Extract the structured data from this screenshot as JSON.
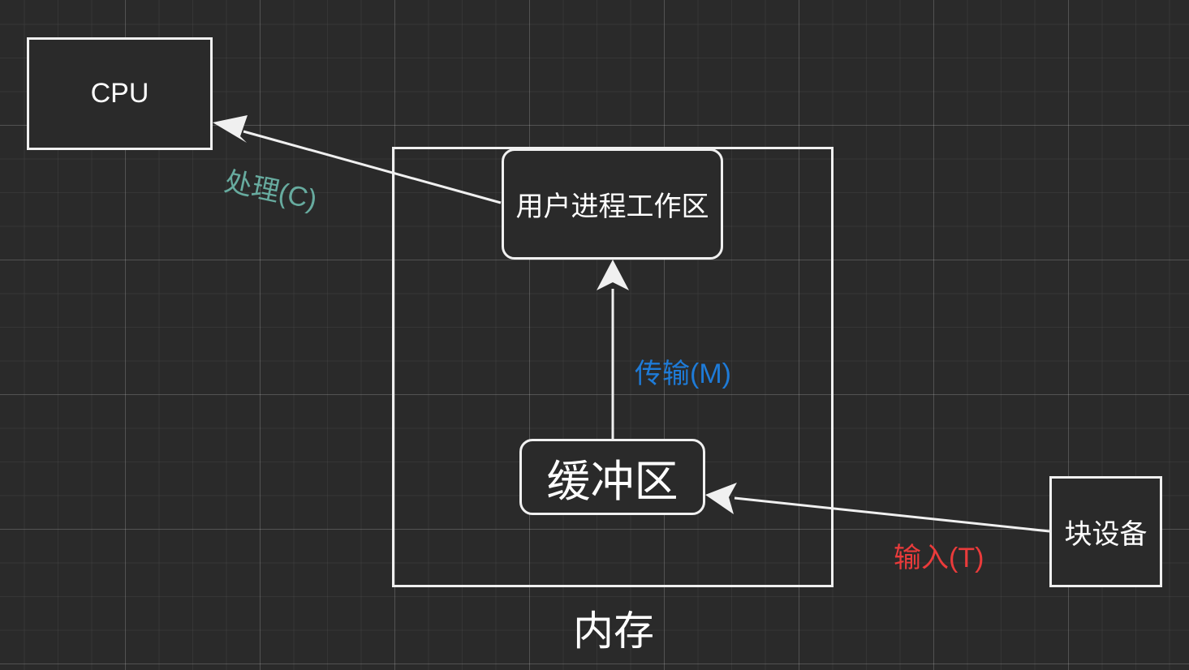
{
  "nodes": {
    "cpu": "CPU",
    "memory": "内存",
    "user_workspace": "用户进程工作区",
    "buffer": "缓冲区",
    "block_device": "块设备"
  },
  "edges": {
    "process": {
      "label": "处理(C)",
      "color": "#67ab9f"
    },
    "transfer": {
      "label": "传输(M)",
      "color": "#1e7bd8"
    },
    "input": {
      "label": "输入(T)",
      "color": "#ea3b3b"
    }
  },
  "colors": {
    "background": "#2a2a2a",
    "stroke": "#f0f0f0",
    "text": "#ffffff"
  }
}
